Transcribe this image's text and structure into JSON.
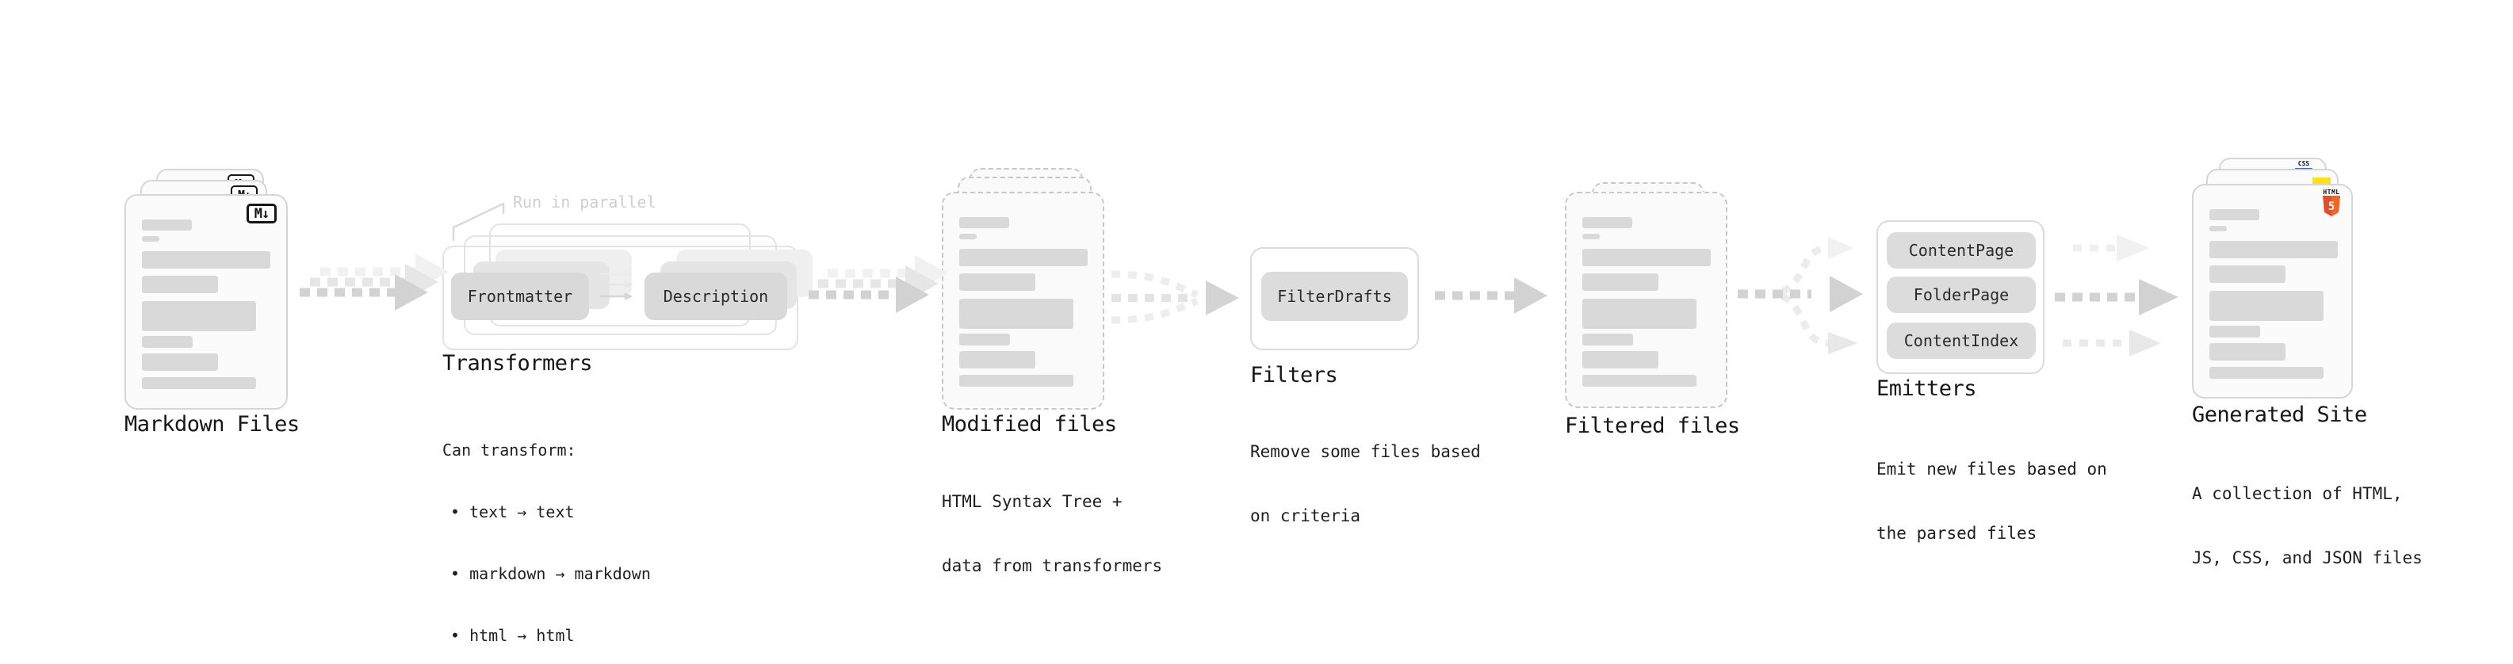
{
  "stages": [
    {
      "title": "Markdown Files",
      "badge": "M↓"
    },
    {
      "title": "Transformers",
      "annotation": "Run in parallel",
      "pills": [
        "Frontmatter",
        "Description"
      ],
      "notes": [
        "Can transform:",
        "• text → text",
        "• markdown → markdown",
        "• html → html"
      ]
    },
    {
      "title": "Modified files",
      "notes": [
        "HTML Syntax Tree +",
        "data from transformers"
      ]
    },
    {
      "title": "Filters",
      "pills": [
        "FilterDrafts"
      ],
      "notes": [
        "Remove some files based",
        "on criteria"
      ]
    },
    {
      "title": "Filtered files"
    },
    {
      "title": "Emitters",
      "pills": [
        "ContentPage",
        "FolderPage",
        "ContentIndex"
      ],
      "notes": [
        "Emit new files based on",
        "the parsed files"
      ]
    },
    {
      "title": "Generated Site",
      "notes": [
        "A collection of HTML,",
        "JS, CSS, and JSON files"
      ],
      "badges": {
        "css": "CSS",
        "html_word": "HTML",
        "html_number": "5"
      }
    }
  ],
  "colors": {
    "arrow": "#d2d2d2",
    "arrow_mid": "#e6e6e6",
    "arrow_light": "#efefef",
    "doc_bar": "#d9d9d9",
    "pill": "#dcdcdc",
    "html5_orange": "#e44d26",
    "html5_orange_light": "#f16529",
    "js_yellow": "#ffe014",
    "css_blue": "#2c63e8"
  }
}
